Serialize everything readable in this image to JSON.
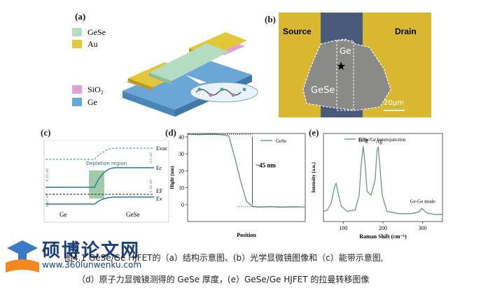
{
  "figure": {
    "panel_a": {
      "label": "(a)",
      "legend": [
        {
          "name": "GeSe",
          "color": "#b4dcc0"
        },
        {
          "name": "Au",
          "color": "#e3c73a"
        },
        {
          "name": "SiO₂",
          "color": "#e0a0d8"
        },
        {
          "name": "Ge",
          "color": "#6aa6d6"
        }
      ]
    },
    "panel_b": {
      "label": "(b)",
      "source": "Source",
      "drain": "Drain",
      "ge": "Ge",
      "gese": "GeSe",
      "scale": "20μm"
    },
    "panel_c": {
      "label": "(c)",
      "evac": "Evac",
      "ec": "Ec",
      "ef": "EF",
      "ev": "Ev",
      "depletion": "Depletion region",
      "ge": "Ge",
      "gese": "GeSe",
      "v1": "4.13 eV",
      "v2": "3.2 eV",
      "v3": "0.67 eV",
      "v4": "1.16 eV"
    },
    "panel_d": {
      "label": "(d)",
      "legend": "GeSe",
      "annotation": "~45 nm",
      "xlabel": "Position",
      "ylabel": "Hight (nm)"
    },
    "panel_e": {
      "label": "(e)",
      "legend": "GeSe/Ge heterojunction",
      "b3g": "B3g",
      "ag": "Ag",
      "mode": "Ge-Ge mode",
      "xlabel": "Raman Shift (cm⁻¹)",
      "ylabel": "Intensity (a.u.)"
    },
    "caption_line1": "图4.1 GeSe/Ge HJFET的（a）结构示意图、(b）光学显微镜图像和（c）能带示意图,",
    "caption_line2": "（d）原子力显微镜测得的 GeSe 厚度，(e）GeSe/Ge HJFET 的拉曼转移图像"
  },
  "watermark": {
    "title": "硕博论文网",
    "url": "www.360lunwenku.com"
  },
  "chart_data": [
    {
      "type": "line",
      "title": "",
      "xlabel": "Position",
      "ylabel": "Hight (nm)",
      "ylim": [
        -10,
        42
      ],
      "yticks": [
        0,
        10,
        20,
        30,
        40
      ],
      "series": [
        {
          "name": "GeSe",
          "x": [
            0,
            0.1,
            0.2,
            0.3,
            0.35,
            0.4,
            0.45,
            0.5,
            0.55,
            0.6,
            0.7,
            0.8,
            0.9,
            1.0
          ],
          "y": [
            41.5,
            41.3,
            41.6,
            41.2,
            40.5,
            28,
            14,
            2,
            -1,
            -1.5,
            -1.2,
            -1.6,
            -1.3,
            -1.4
          ]
        }
      ]
    },
    {
      "type": "line",
      "title": "",
      "xlabel": "Raman Shift (cm⁻¹)",
      "ylabel": "Intensity (a.u.)",
      "xlim": [
        50,
        350
      ],
      "xticks": [
        100,
        200,
        300
      ],
      "series": [
        {
          "name": "GeSe/Ge heterojunction",
          "x": [
            50,
            60,
            70,
            78,
            82,
            86,
            95,
            110,
            130,
            140,
            145,
            150,
            155,
            160,
            170,
            180,
            185,
            188,
            192,
            198,
            210,
            240,
            270,
            290,
            298,
            302,
            310,
            330,
            350
          ],
          "y": [
            0.08,
            0.1,
            0.2,
            0.42,
            0.46,
            0.35,
            0.15,
            0.08,
            0.1,
            0.3,
            0.7,
            0.96,
            0.72,
            0.35,
            0.3,
            0.5,
            0.9,
            0.95,
            0.7,
            0.3,
            0.08,
            0.05,
            0.05,
            0.07,
            0.12,
            0.1,
            0.06,
            0.04,
            0.04
          ]
        }
      ]
    }
  ]
}
